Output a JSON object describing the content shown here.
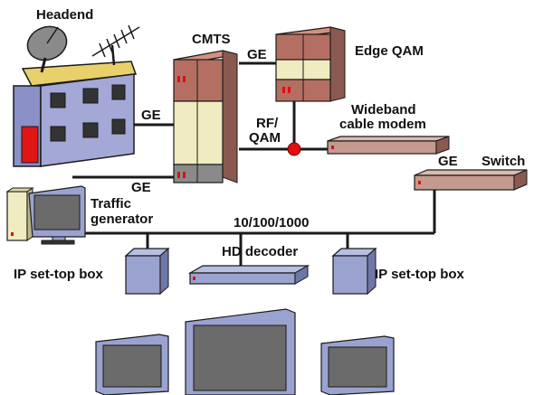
{
  "labels": {
    "headend": "Headend",
    "cmts": "CMTS",
    "edge_qam": "Edge QAM",
    "wideband_line1": "Wideband",
    "wideband_line2": "cable modem",
    "switch": "Switch",
    "rf_line1": "RF/",
    "rf_line2": "QAM",
    "ge_headend": "GE",
    "ge_edge": "GE",
    "ge_traffic": "GE",
    "ge_switch": "GE",
    "traffic_line1": "Traffic",
    "traffic_line2": "generator",
    "lan": "10/100/1000",
    "hd_decoder": "HD decoder",
    "stb_left": "IP set-top box",
    "stb_right": "IP set-top box"
  },
  "colors": {
    "line": "#1a1a1a",
    "cmts_body": "#f0ebc0",
    "cmts_top": "#b56f62",
    "modem": "#c49a8f",
    "stb": "#9aa2cf",
    "tv_frame": "#9aa2cf",
    "screen": "#6b6b6b",
    "led": "#e01010"
  },
  "icons": [
    "satellite-dish-icon",
    "antenna-icon",
    "building-icon",
    "server-icon",
    "computer-icon",
    "tv-icon",
    "set-top-box-icon"
  ]
}
